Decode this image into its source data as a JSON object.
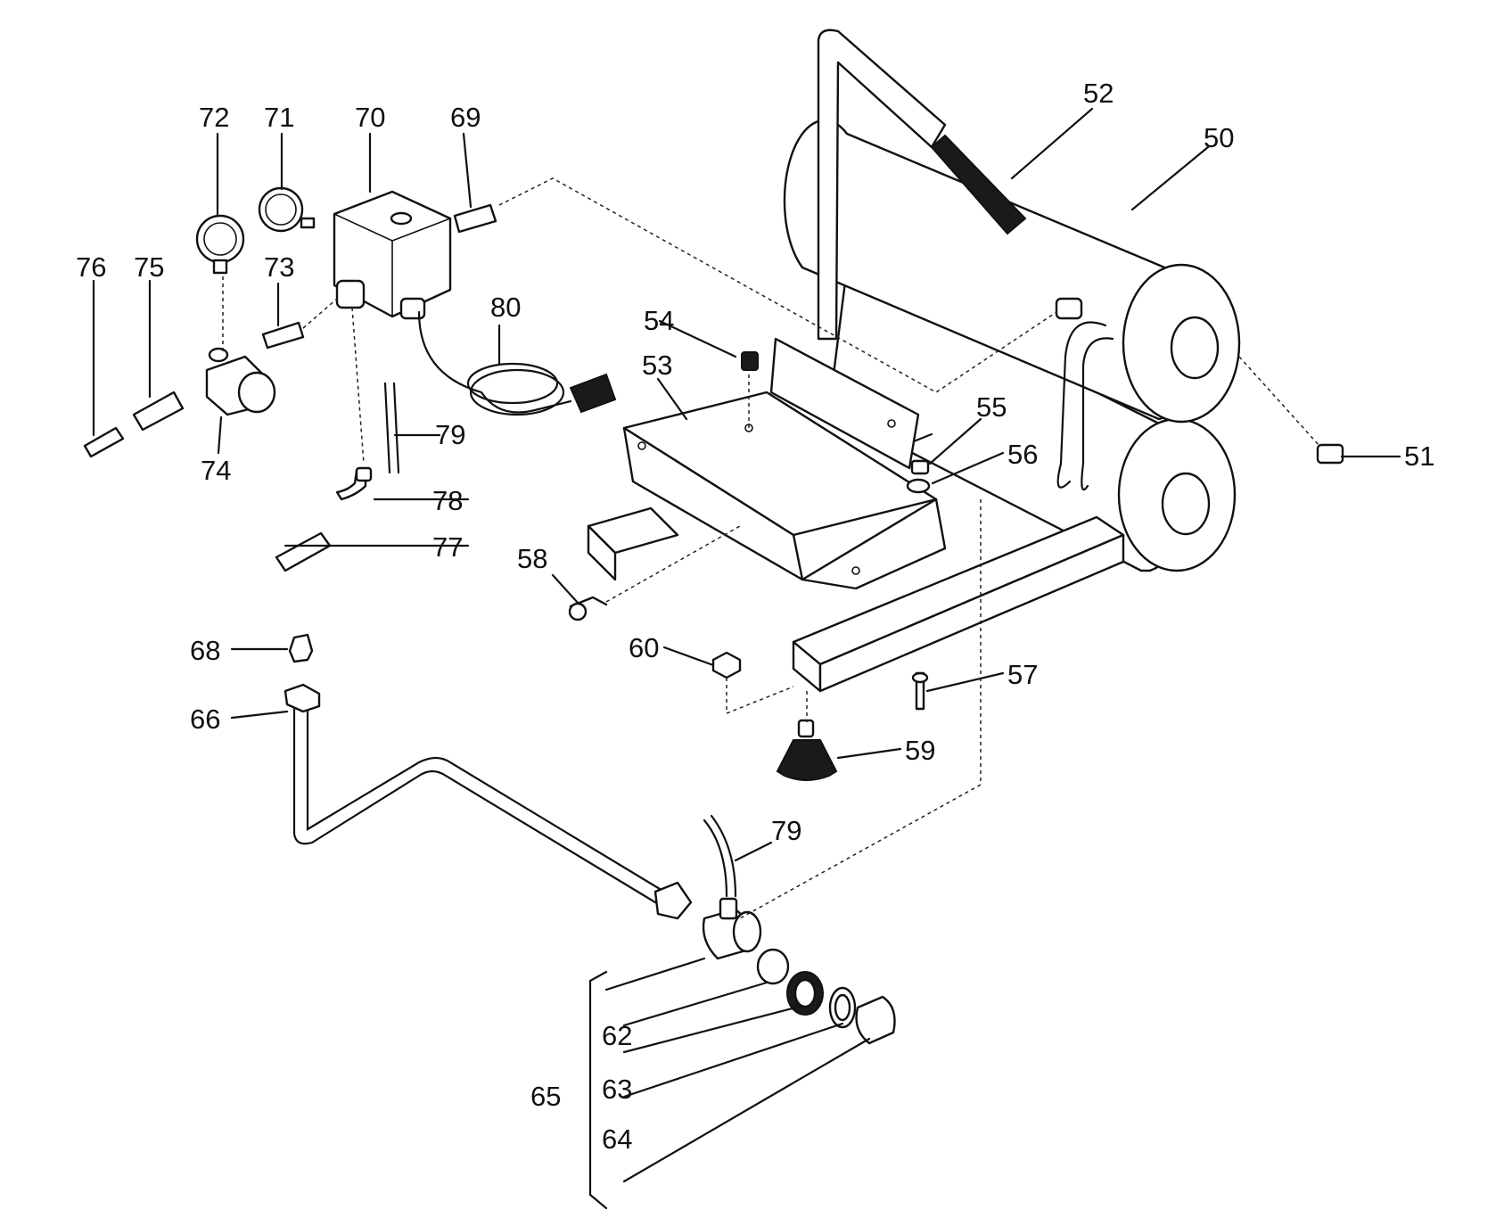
{
  "callouts": {
    "p50": "50",
    "p51": "51",
    "p52": "52",
    "p53": "53",
    "p54": "54",
    "p55": "55",
    "p56": "56",
    "p57": "57",
    "p58": "58",
    "p59": "59",
    "p60": "60",
    "p62": "62",
    "p63": "63",
    "p64": "64",
    "p65": "65",
    "p66": "66",
    "p68": "68",
    "p69": "69",
    "p70": "70",
    "p71": "71",
    "p72": "72",
    "p73": "73",
    "p74": "74",
    "p75": "75",
    "p76": "76",
    "p77": "77",
    "p78": "78",
    "p79a": "79",
    "p79b": "79",
    "p80": "80"
  },
  "colors": {
    "ink": "#111111",
    "paper": "#ffffff"
  }
}
